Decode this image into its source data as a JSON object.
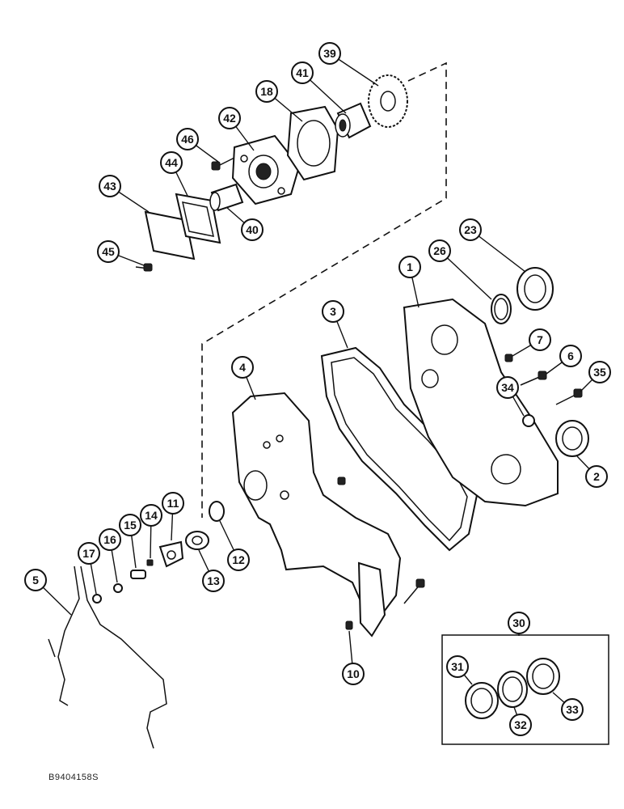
{
  "callouts": [
    "39",
    "41",
    "18",
    "42",
    "46",
    "44",
    "43",
    "40",
    "45",
    "23",
    "26",
    "1",
    "3",
    "7",
    "6",
    "35",
    "34",
    "4",
    "2",
    "11",
    "14",
    "15",
    "16",
    "17",
    "12",
    "13",
    "5",
    "10",
    "30",
    "31",
    "32",
    "33"
  ],
  "reference_code": "B9404158S"
}
